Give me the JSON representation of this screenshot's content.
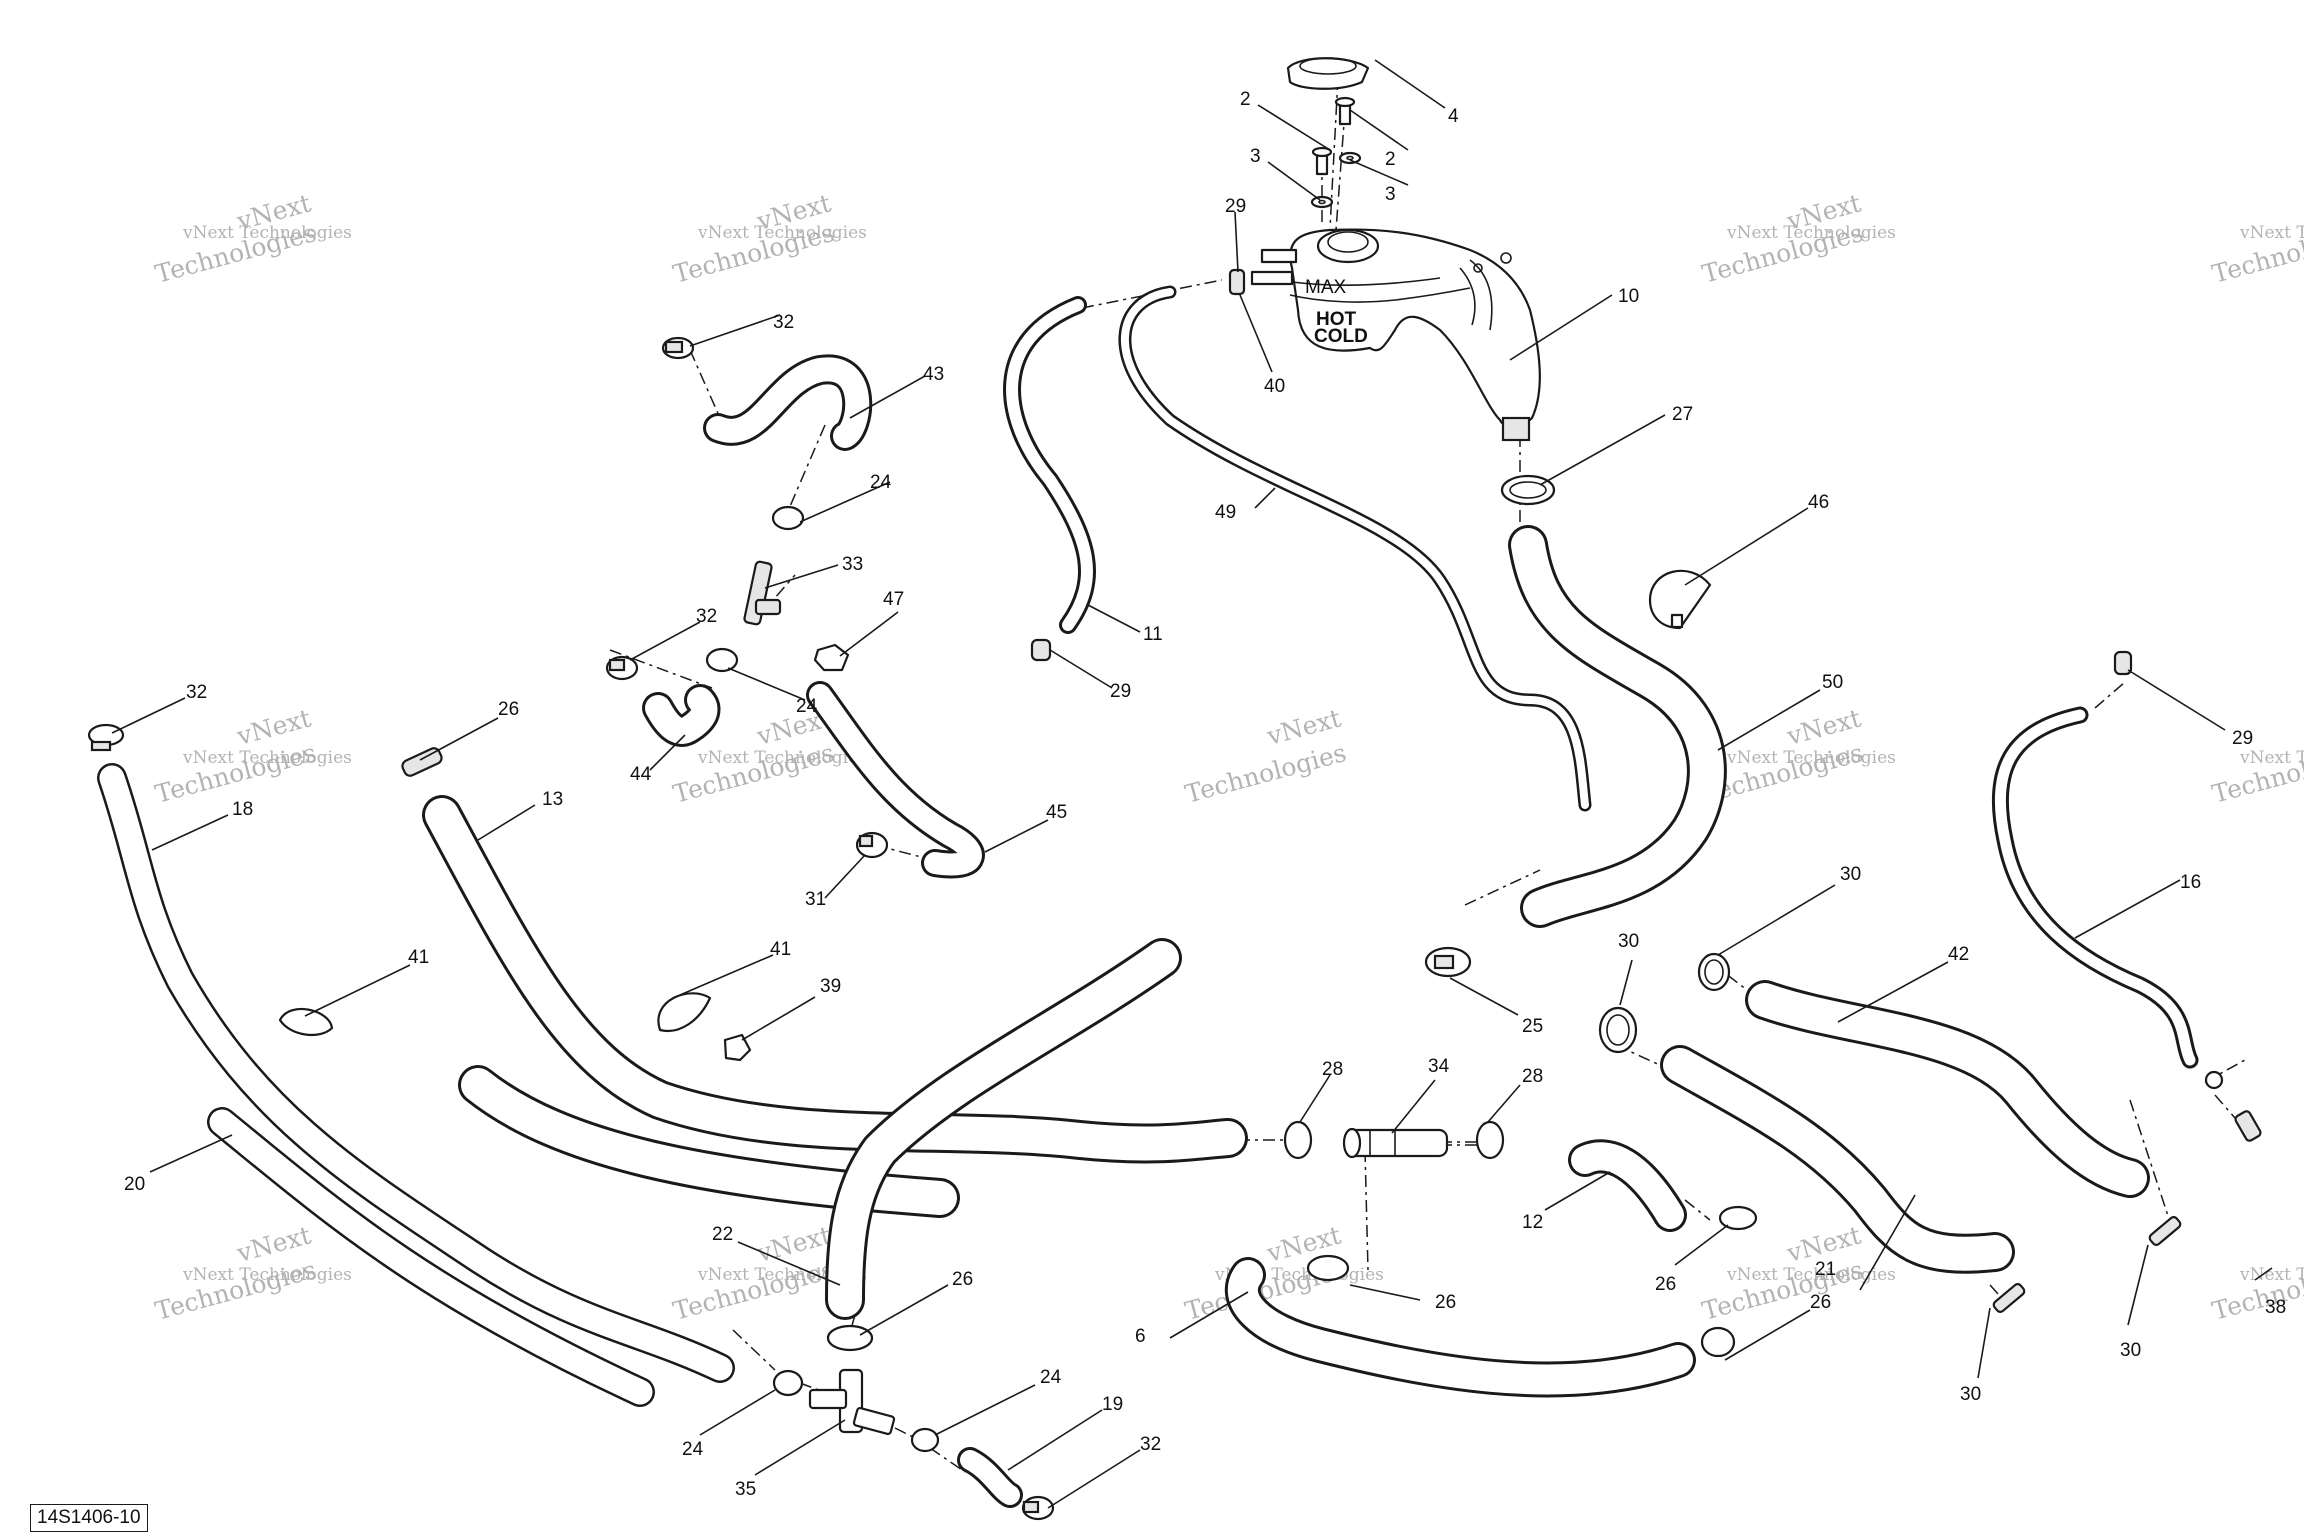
{
  "figure": {
    "reference": "14S1406-10",
    "watermark_line1": "vNext Technologies",
    "watermark_line2": "Technologies",
    "watermark_prefix": "vNext"
  },
  "tank": {
    "markings": [
      "MAX",
      "HOT",
      "COLD"
    ]
  },
  "callouts": [
    {
      "text": "2"
    },
    {
      "text": "2"
    },
    {
      "text": "3"
    },
    {
      "text": "3"
    },
    {
      "text": "4"
    },
    {
      "text": "29"
    },
    {
      "text": "40"
    },
    {
      "text": "10"
    },
    {
      "text": "27"
    },
    {
      "text": "46"
    },
    {
      "text": "32"
    },
    {
      "text": "43"
    },
    {
      "text": "24"
    },
    {
      "text": "33"
    },
    {
      "text": "47"
    },
    {
      "text": "32"
    },
    {
      "text": "24"
    },
    {
      "text": "44"
    },
    {
      "text": "45"
    },
    {
      "text": "31"
    },
    {
      "text": "49"
    },
    {
      "text": "11"
    },
    {
      "text": "29"
    },
    {
      "text": "50"
    },
    {
      "text": "32"
    },
    {
      "text": "18"
    },
    {
      "text": "26"
    },
    {
      "text": "13"
    },
    {
      "text": "41"
    },
    {
      "text": "41"
    },
    {
      "text": "39"
    },
    {
      "text": "20"
    },
    {
      "text": "22"
    },
    {
      "text": "26"
    },
    {
      "text": "24"
    },
    {
      "text": "35"
    },
    {
      "text": "24"
    },
    {
      "text": "19"
    },
    {
      "text": "32"
    },
    {
      "text": "28"
    },
    {
      "text": "34"
    },
    {
      "text": "28"
    },
    {
      "text": "12"
    },
    {
      "text": "26"
    },
    {
      "text": "6"
    },
    {
      "text": "26"
    },
    {
      "text": "30"
    },
    {
      "text": "30"
    },
    {
      "text": "42"
    },
    {
      "text": "25"
    },
    {
      "text": "21"
    },
    {
      "text": "26"
    },
    {
      "text": "30"
    },
    {
      "text": "30"
    },
    {
      "text": "29"
    },
    {
      "text": "16"
    },
    {
      "text": "38"
    }
  ]
}
